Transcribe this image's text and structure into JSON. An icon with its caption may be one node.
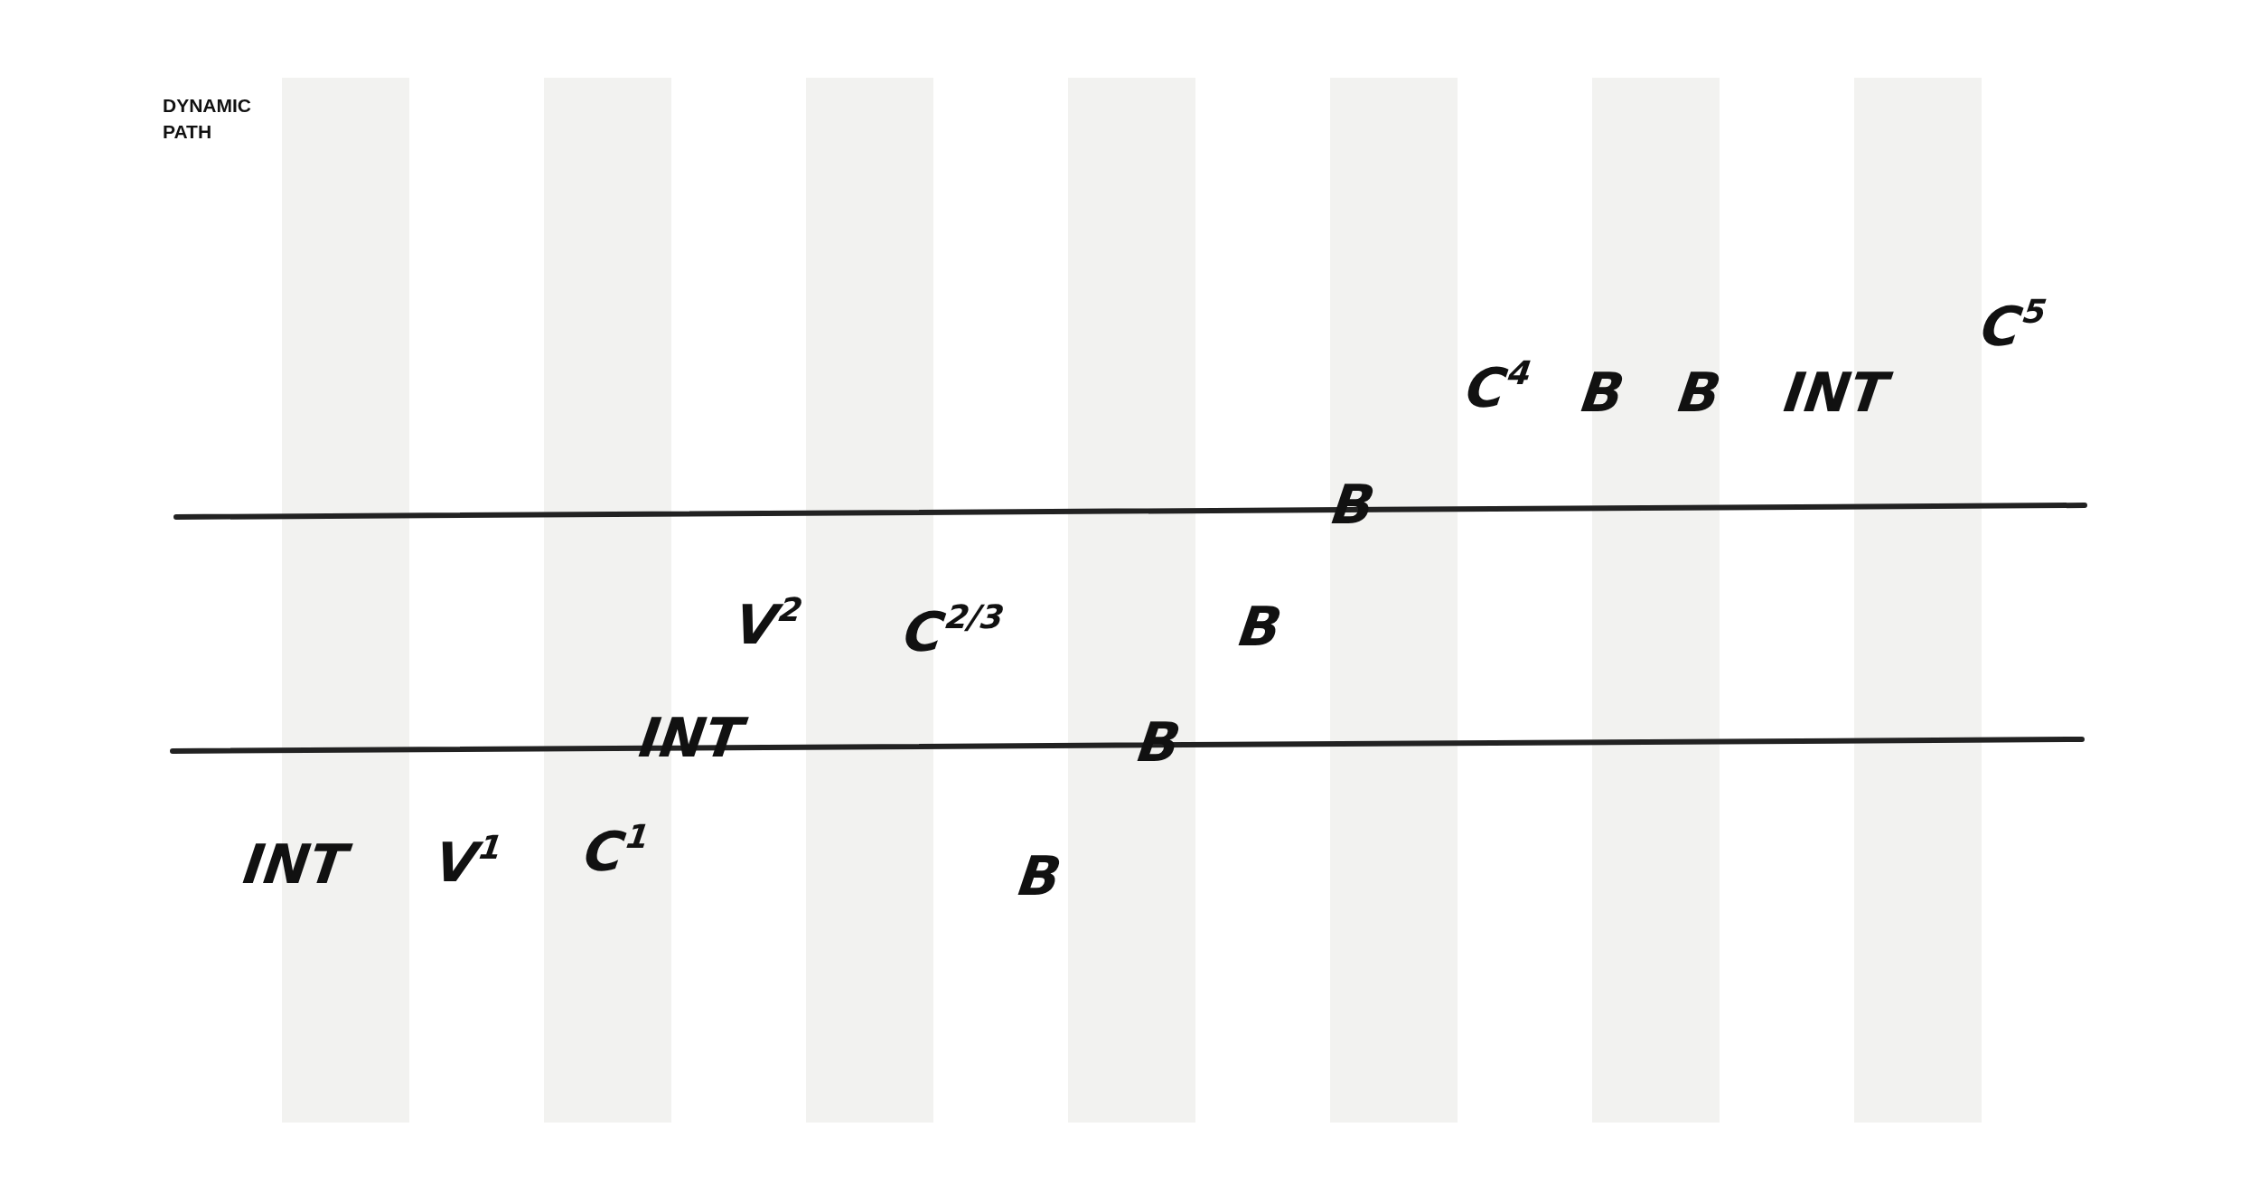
{
  "diagram": {
    "title": "DYNAMIC PATH",
    "labels": [
      "INT",
      "V$^{1}$",
      "C$^{1}$",
      "INT",
      "V$^{2}$",
      "C$^{2/3}$",
      "B",
      "B",
      "B",
      "B",
      "C$^{4}$",
      "B",
      "B",
      "INT",
      "C$^{5}$"
    ]
  }
}
